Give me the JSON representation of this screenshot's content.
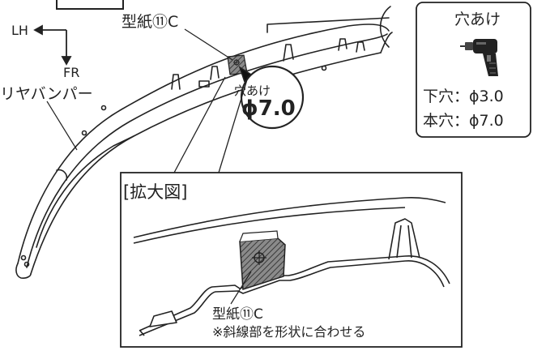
{
  "labels": {
    "lh": "LH",
    "fr": "FR",
    "rear_bumper": "リヤバンパー",
    "template_top": "型紙⑪C",
    "callout_title": "穴あけ",
    "callout_size": "ϕ7.0",
    "enlarged_view": "[拡大図]",
    "template_bottom": "型紙⑪C",
    "note": "※斜線部を形状に合わせる"
  },
  "drill_box": {
    "title": "穴あけ",
    "pilot_hole": "下穴：ϕ3.0",
    "main_hole": "本穴：ϕ7.0",
    "icon": "drill-icon"
  }
}
